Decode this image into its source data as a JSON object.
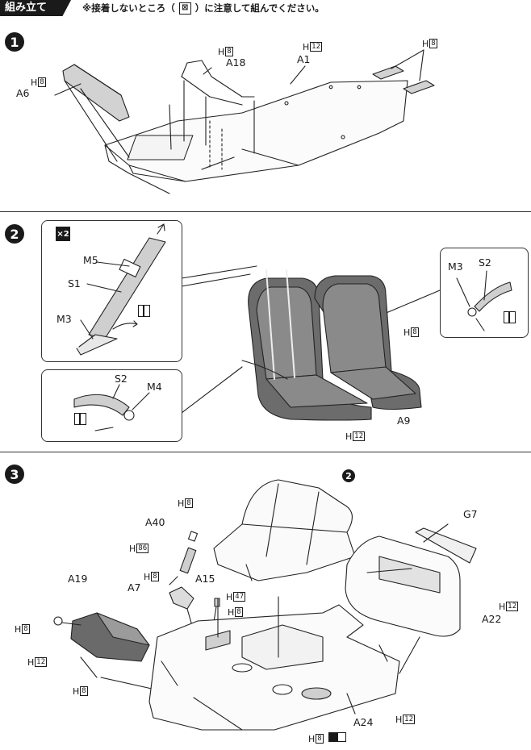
{
  "header": {
    "title": "組み立て",
    "note_prefix": "※接着しないところ（",
    "note_icon": "⊠",
    "note_suffix": "）に注意して組んでください。"
  },
  "steps": [
    {
      "number": "1"
    },
    {
      "number": "2"
    },
    {
      "number": "3"
    }
  ],
  "step1": {
    "labels": {
      "a6": "A6",
      "a18": "A18",
      "a1": "A1"
    },
    "materials": [
      {
        "letter": "H",
        "code": "8"
      },
      {
        "letter": "H",
        "code": "8"
      },
      {
        "letter": "H",
        "code": "12"
      },
      {
        "letter": "H",
        "code": "8"
      }
    ]
  },
  "step2": {
    "x2_mark": "×2",
    "left_callout": {
      "m5": "M5",
      "s1": "S1",
      "m3": "M3"
    },
    "lower_callout": {
      "s2": "S2",
      "m4": "M4"
    },
    "right_callout": {
      "m3": "M3",
      "s2": "S2"
    },
    "a9": "A9",
    "materials": [
      {
        "letter": "H",
        "code": "8"
      },
      {
        "letter": "H",
        "code": "12"
      }
    ]
  },
  "step3": {
    "ref_step": "2",
    "labels": {
      "a40": "A40",
      "g7": "G7",
      "a19": "A19",
      "a7": "A7",
      "a15": "A15",
      "a22": "A22",
      "a24": "A24"
    },
    "materials": [
      {
        "letter": "H",
        "code": "8"
      },
      {
        "letter": "H",
        "code": "86"
      },
      {
        "letter": "H",
        "code": "8"
      },
      {
        "letter": "H",
        "code": "47"
      },
      {
        "letter": "H",
        "code": "8"
      },
      {
        "letter": "H",
        "code": "12"
      },
      {
        "letter": "H",
        "code": "8"
      },
      {
        "letter": "H",
        "code": "12"
      },
      {
        "letter": "H",
        "code": "8"
      },
      {
        "letter": "H",
        "code": "12"
      },
      {
        "letter": "H",
        "code": "8"
      }
    ]
  }
}
